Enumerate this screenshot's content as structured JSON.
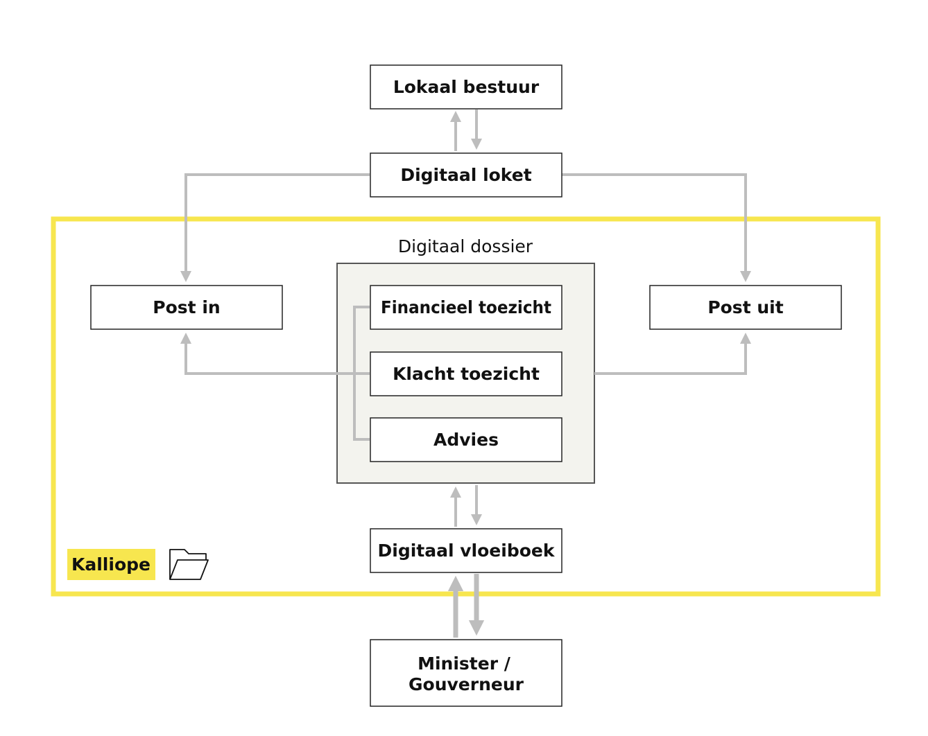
{
  "colors": {
    "container_border": "#f7e64f",
    "dossier_fill": "#f3f3ee",
    "dossier_border": "#555555",
    "connector": "#bdbdbd",
    "label_highlight": "#f7e64f",
    "box_border": "#222222"
  },
  "nodes": {
    "lokaal_bestuur": "Lokaal bestuur",
    "digitaal_loket": "Digitaal loket",
    "post_in": "Post in",
    "post_uit": "Post uit",
    "financieel_toezicht": "Financieel toezicht",
    "klacht_toezicht": "Klacht toezicht",
    "advies": "Advies",
    "digitaal_vloeiboek": "Digitaal vloeiboek",
    "minister_line1": "Minister /",
    "minister_line2": "Gouverneur"
  },
  "groups": {
    "dossier_title": "Digitaal dossier",
    "container_label": "Kalliope"
  },
  "icons": {
    "container_icon": "folder-open-icon"
  }
}
